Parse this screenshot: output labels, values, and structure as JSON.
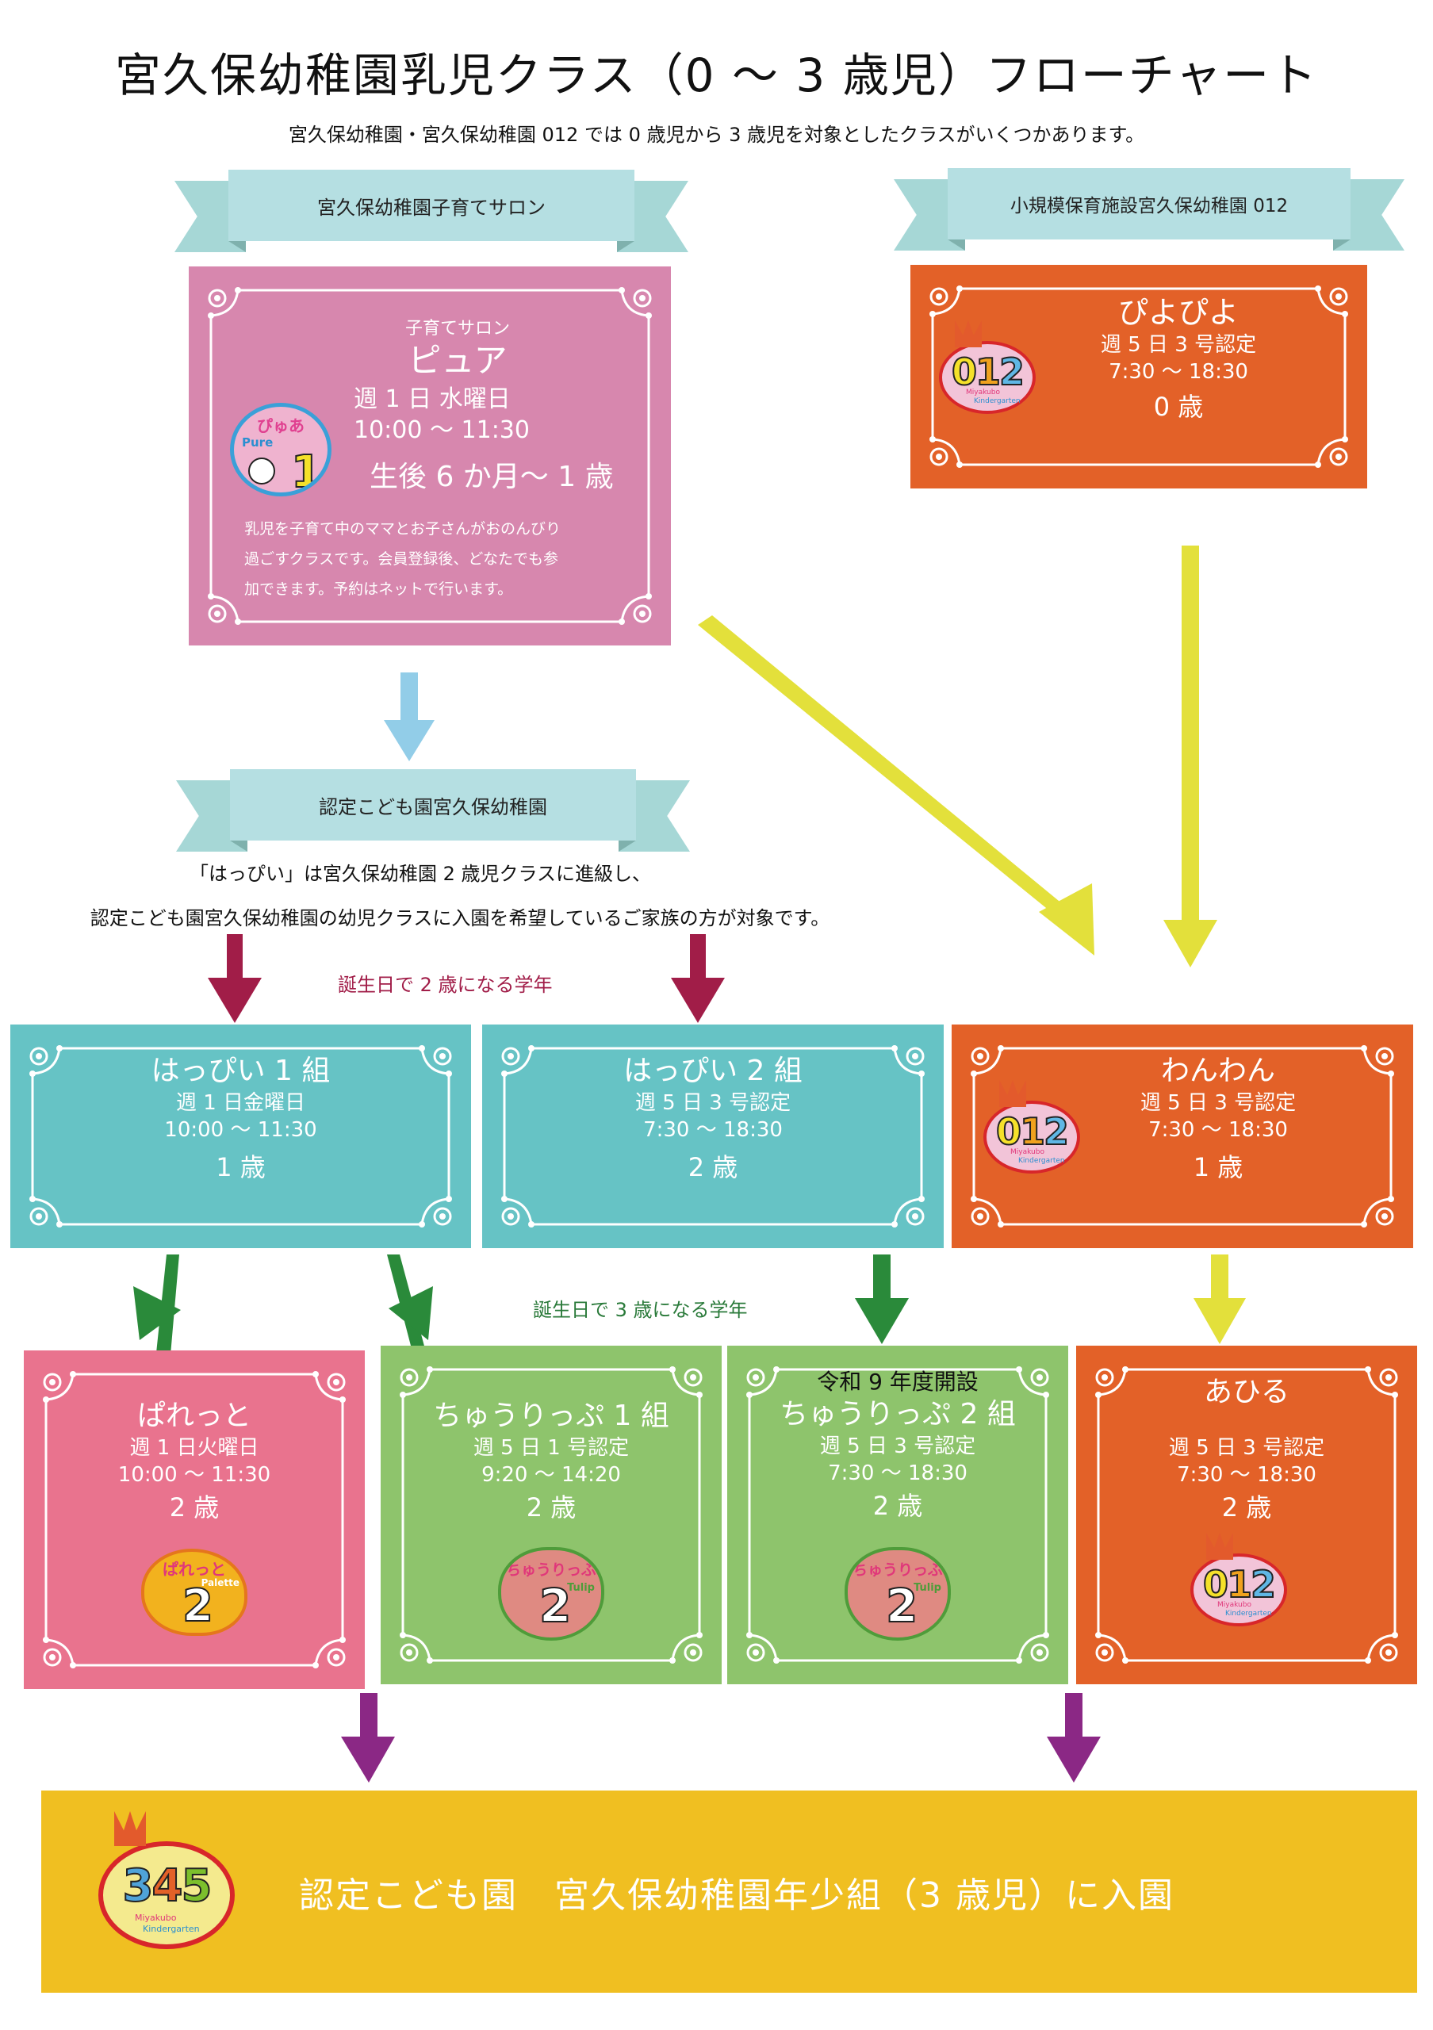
{
  "title": "宮久保幼稚園乳児クラス（0 ～ 3 歳児）フローチャート",
  "subtitle": "宮久保幼稚園・宮久保幼稚園 012 では 0 歳児から 3 歳児を対象としたクラスがいくつかあります。",
  "ribbons": {
    "salon": "宮久保幼稚園子育てサロン",
    "small_facility": "小規模保育施設宮久保幼稚園 012",
    "certified": "認定こども園宮久保幼稚園"
  },
  "colors": {
    "pink": "#d787ae",
    "orange": "#e36128",
    "teal": "#66c3c5",
    "rose": "#e9738e",
    "green": "#8ec46c",
    "gold": "#f0bf21",
    "ribbon": "#b5dfe2",
    "arrow_blue": "#92cde8",
    "arrow_yellow": "#e3e03b",
    "arrow_crimson": "#a11d48",
    "arrow_green": "#2a8a3a",
    "arrow_purple": "#8b2885"
  },
  "pure": {
    "kicker": "子育てサロン",
    "name": "ピュア",
    "schedule": "週 1 日 水曜日",
    "time": "10:00 ～ 11:30",
    "age": "生後 6 か月～ 1 歳",
    "desc": [
      "乳児を子育て中のママとお子さんがおのんびり",
      "過ごすクラスです。会員登録後、どなたでも参",
      "加できます。予約はネットで行います。"
    ],
    "logo_label": "ぴゅあ",
    "logo_sub": "Pure"
  },
  "piyopiyo": {
    "name": "ぴよぴよ",
    "schedule": "週 5 日 3 号認定",
    "time": "7:30 ～ 18:30",
    "age": "0 歳"
  },
  "certified_note": [
    "「はっぴい」は宮久保幼稚園 2 歳児クラスに進級し、",
    "認定こども園宮久保幼稚園の幼児クラスに入園を希望しているご家族の方が対象です。"
  ],
  "age2_label": "誕生日で 2 歳になる学年",
  "age3_label": "誕生日で 3 歳になる学年",
  "happy1": {
    "name": "はっぴい 1 組",
    "schedule": "週 1 日金曜日",
    "time": "10:00 ～ 11:30",
    "age": "1 歳"
  },
  "happy2": {
    "name": "はっぴい 2 組",
    "schedule": "週 5 日 3 号認定",
    "time": "7:30 ～ 18:30",
    "age": "2 歳"
  },
  "wanwan": {
    "name": "わんわん",
    "schedule": "週 5 日 3 号認定",
    "time": "7:30 ～ 18:30",
    "age": "1 歳"
  },
  "palette": {
    "name": "ぱれっと",
    "schedule": "週 1 日火曜日",
    "time": "10:00 ～ 11:30",
    "age": "2 歳",
    "logo_label": "ぱれっと",
    "logo_sub": "Palette"
  },
  "tulip1": {
    "name": "ちゅうりっぷ 1 組",
    "schedule": "週 5 日 1 号認定",
    "time": "9:20 ～ 14:20",
    "age": "2 歳",
    "logo_label": "ちゅうりっぷ",
    "logo_sub": "Tulip"
  },
  "tulip2": {
    "kicker": "令和 9 年度開設",
    "name": "ちゅうりっぷ 2 組",
    "schedule": "週 5 日 3 号認定",
    "time": "7:30 ～ 18:30",
    "age": "2 歳",
    "logo_label": "ちゅうりっぷ",
    "logo_sub": "Tulip"
  },
  "ahiru": {
    "name": "あひる",
    "schedule": "週 5 日 3 号認定",
    "time": "7:30 ～ 18:30",
    "age": "2 歳"
  },
  "logo012": {
    "number": "012",
    "line1": "Miyakubo",
    "line2": "Kindergarten"
  },
  "logo345": {
    "number": "345",
    "line1": "Miyakubo",
    "line2": "Kindergarten"
  },
  "goal": "認定こども園　宮久保幼稚園年少組（3 歳児）に入園"
}
